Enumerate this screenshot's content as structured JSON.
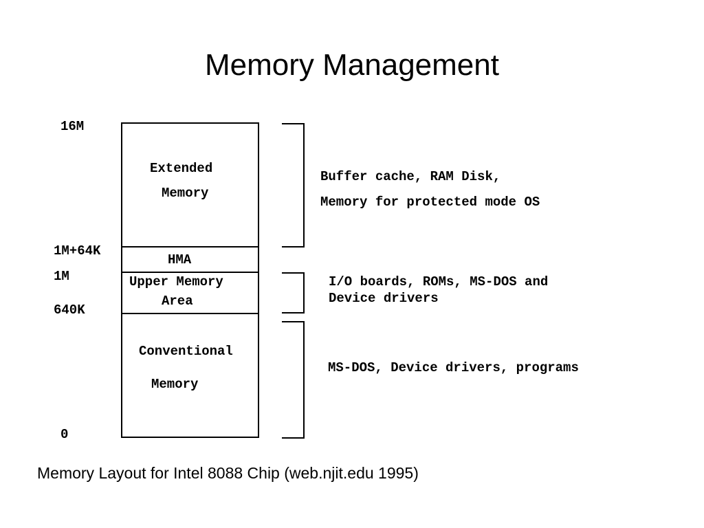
{
  "title": "Memory Management",
  "addresses": {
    "a16m": "16M",
    "a1m64k": "1M+64K",
    "a1m": "1M",
    "a640k": "640K",
    "a0": "0"
  },
  "regions": {
    "extended_line1": "Extended",
    "extended_line2": "Memory",
    "hma": "HMA",
    "uma_line1": "Upper Memory",
    "uma_line2": "Area",
    "conventional_line1": "Conventional",
    "conventional_line2": "Memory"
  },
  "descriptions": {
    "extended_line1": "Buffer cache, RAM Disk,",
    "extended_line2": "Memory for protected mode OS",
    "uma_line1": "I/O boards, ROMs, MS-DOS and",
    "uma_line2": "Device drivers",
    "conventional_line1": "MS-DOS, Device drivers, programs"
  },
  "caption": "Memory Layout for Intel 8088 Chip (web.njit.edu 1995)"
}
